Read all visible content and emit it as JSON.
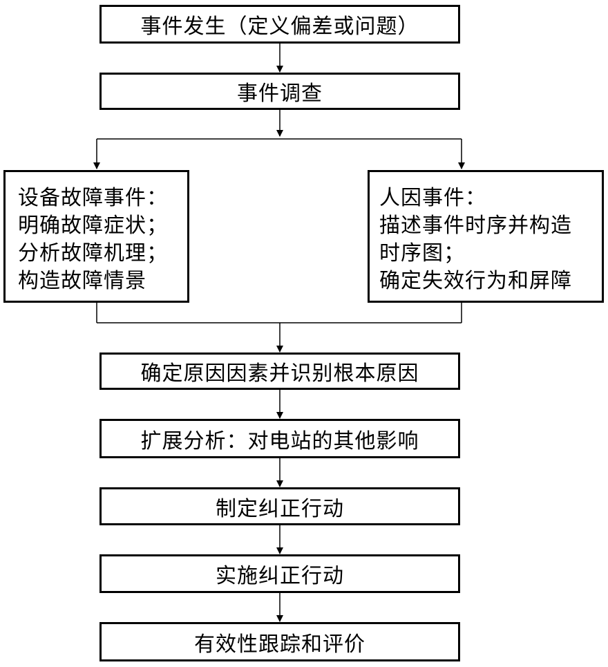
{
  "flow": {
    "step1": "事件发生（定义偏差或问题）",
    "step2": "事件调查",
    "left_branch": [
      "设备故障事件：",
      "明确故障症状；",
      "分析故障机理；",
      "构造故障情景"
    ],
    "right_branch": [
      "人因事件：",
      "描述事件时序并构造",
      "时序图；",
      "确定失效行为和屏障"
    ],
    "step3": "确定原因因素并识别根本原因",
    "step4": "扩展分析：对电站的其他影响",
    "step5": "制定纠正行动",
    "step6": "实施纠正行动",
    "step7": "有效性跟踪和评价"
  }
}
